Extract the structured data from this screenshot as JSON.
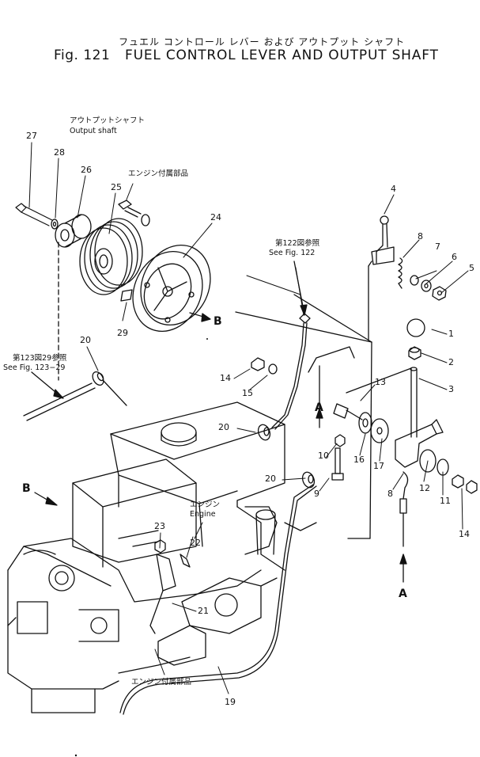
{
  "header": {
    "jp_title": "フュエル コントロール レバー および アウトプット シャフト",
    "fig_no": "Fig. 121",
    "title": "FUEL CONTROL LEVER AND OUTPUT SHAFT"
  },
  "notes": {
    "output_shaft_jp": "アウトプットシャフト",
    "output_shaft_en": "Output shaft",
    "engine_parts_jp_top": "エンジン付属部品",
    "engine_parts_jp_bottom": "エンジン付属部品",
    "see122_jp": "第122図参照",
    "see122_en": "See Fig. 122",
    "see123_jp": "第123図29参照",
    "see123_en": "See Fig. 123−29",
    "engine_jp": "エンジン",
    "engine_en": "Engine"
  },
  "callouts": [
    "27",
    "28",
    "26",
    "25",
    "24",
    "4",
    "8",
    "7",
    "6",
    "5",
    "1",
    "2",
    "3",
    "13",
    "14",
    "15",
    "16",
    "17",
    "12",
    "11",
    "14",
    "8",
    "10",
    "9",
    "20",
    "20",
    "20",
    "22",
    "23",
    "21",
    "19",
    "29"
  ],
  "markers": [
    "B",
    "B",
    "A",
    "A"
  ]
}
